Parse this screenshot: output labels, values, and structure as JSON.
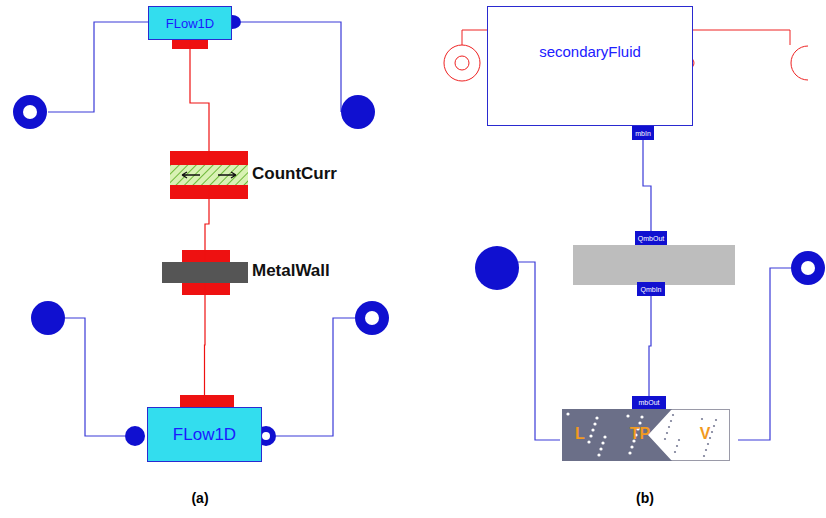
{
  "diagram": {
    "nodes": [
      {
        "text": [
          "FLow1D"
        ]
      },
      {
        "text": [
          "CountCurr"
        ]
      },
      {
        "text": [
          "MetalWall"
        ]
      },
      {
        "text": [
          "FLow1D"
        ]
      },
      {
        "text": [
          "secondaryFluid"
        ]
      },
      {
        "text": [
          "mbIn"
        ]
      },
      {
        "text": [
          "QmbOut"
        ]
      },
      {
        "text": [
          "QmbIn"
        ]
      },
      {
        "text": [
          "mbOut"
        ]
      },
      {
        "text": [
          "L",
          "TP",
          "V"
        ]
      }
    ],
    "edges": [
      {
        "from": 0,
        "to": 1,
        "arrow": "none"
      },
      {
        "from": 1,
        "to": 2,
        "arrow": "none"
      },
      {
        "from": 2,
        "to": 3,
        "arrow": "none"
      },
      {
        "from": 5,
        "to": 6,
        "arrow": "none"
      },
      {
        "from": 7,
        "to": 8,
        "arrow": "none"
      }
    ],
    "labels": [
      "(a)",
      "(b)"
    ]
  }
}
